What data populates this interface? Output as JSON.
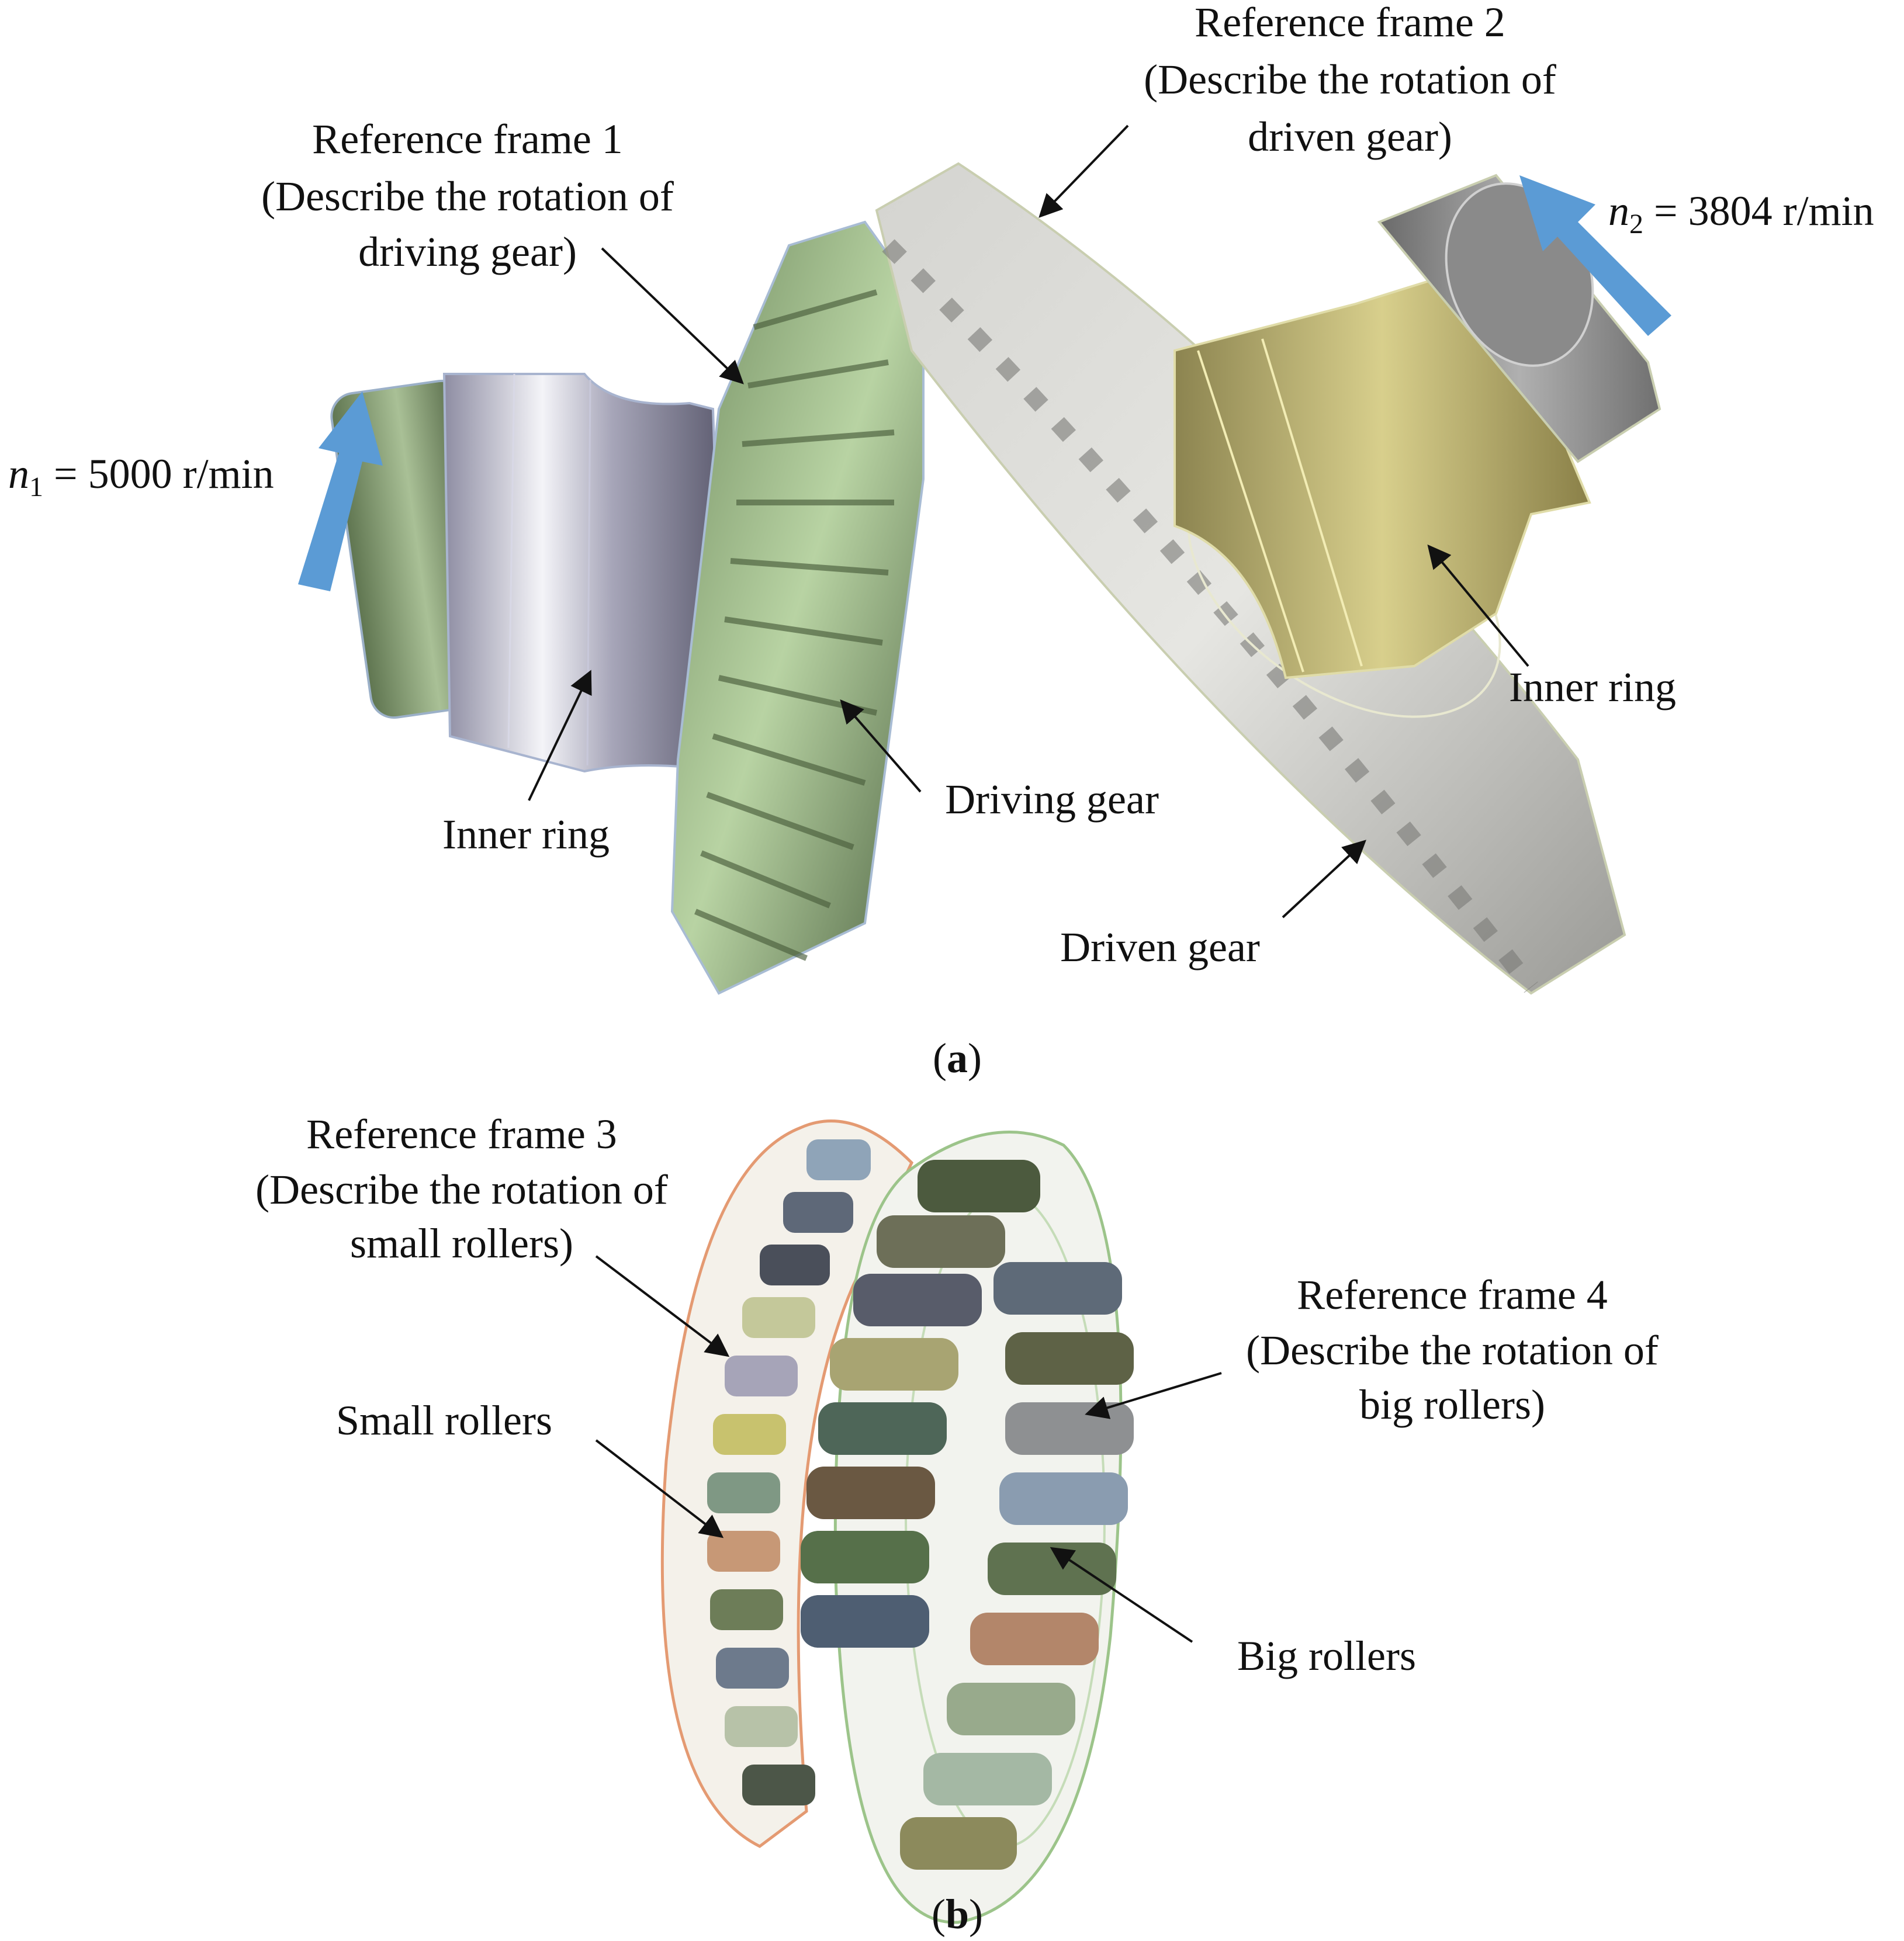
{
  "panel_a": {
    "caption": "a",
    "ref_frame_1": {
      "title": "Reference frame 1",
      "line2": "(Describe the rotation of",
      "line3": "driving gear)"
    },
    "ref_frame_2": {
      "title": "Reference frame 2",
      "line2": "(Describe the rotation of",
      "line3": "driven gear)"
    },
    "speed_1": {
      "symbol": "n",
      "subscript": "1",
      "value": " = 5000 r/min"
    },
    "speed_2": {
      "symbol": "n",
      "subscript": "2",
      "value": " = 3804 r/min"
    },
    "inner_ring_left": "Inner ring",
    "inner_ring_right": "Inner ring",
    "driving_gear": "Driving gear",
    "driven_gear": "Driven gear"
  },
  "panel_b": {
    "caption": "b",
    "ref_frame_3": {
      "title": "Reference frame 3",
      "line2": "(Describe the rotation of",
      "line3": "small rollers)"
    },
    "ref_frame_4": {
      "title": "Reference frame 4",
      "line2": "(Describe the rotation of",
      "line3": "big rollers)"
    },
    "small_rollers": "Small rollers",
    "big_rollers": "Big rollers"
  },
  "colors": {
    "arrow_blue": "#5b9bd5",
    "driving_gear_green": "#8faa7c",
    "driven_gear_gray": "#b9b9b6",
    "hub_yellow": "#c8bf7a",
    "ring_lavender": "#b4b3c6"
  }
}
